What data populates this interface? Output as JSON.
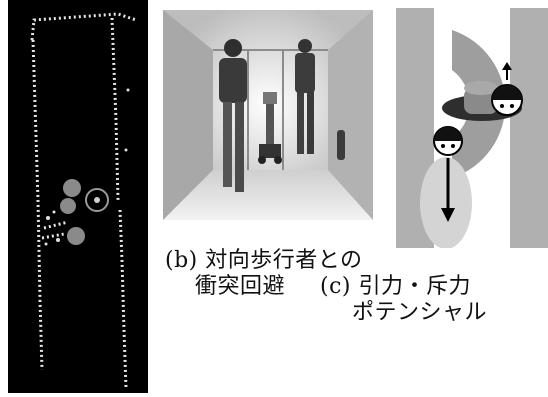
{
  "captions": {
    "b_line1": "(b) 対向歩行者との",
    "b_line2": "衝突回避",
    "c_line1": "(c) 引力・斥力",
    "c_line2": "ポテンシャル"
  },
  "colors": {
    "map_background": "#000000",
    "map_points": "#e8e8e8",
    "potential_gray": "#a9a9a9",
    "corridor_light": "#dcdcdc",
    "highlight": "#d9d9d9"
  },
  "icons": {
    "robot": "robot-icon",
    "pedestrian": "pedestrian-icon",
    "motion_arrow": "arrow-icon"
  }
}
